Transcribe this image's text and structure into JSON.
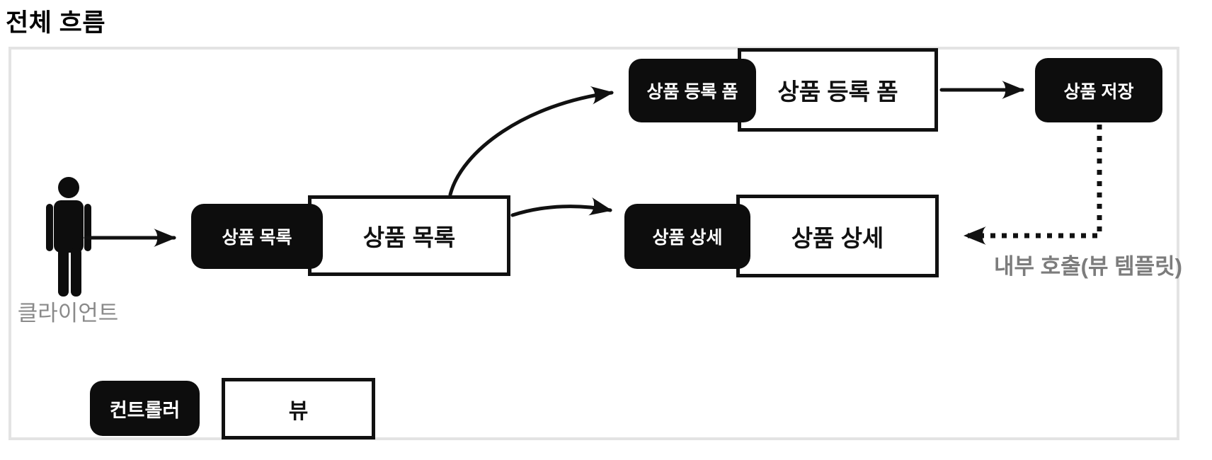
{
  "title": "전체 흐름",
  "actor": {
    "label": "클라이언트",
    "icon": "person-icon"
  },
  "nodes": {
    "list_controller": "상품 목록",
    "list_view": "상품 목록",
    "form_controller": "상품 등록 폼",
    "form_view": "상품 등록 폼",
    "detail_controller": "상품 상세",
    "detail_view": "상품 상세",
    "save_controller": "상품 저장"
  },
  "edges": {
    "client_to_list": "solid-arrow",
    "list_to_form": "solid-curved-arrow",
    "list_to_detail": "solid-curved-arrow",
    "form_to_save": "solid-arrow",
    "save_to_detail_view": "dotted-arrow",
    "internal_call_label": "내부 호출(뷰 템플릿)"
  },
  "legend": {
    "controller": "컨트롤러",
    "view": "뷰"
  },
  "colors": {
    "controller_bg": "#0d0d0d",
    "controller_text": "#ffffff",
    "view_bg": "#ffffff",
    "view_border": "#111111",
    "view_text": "#111111",
    "frame_border": "#e3e3e3",
    "muted_text": "#8a8a8a",
    "internal_label_text": "#7c7c7c",
    "arrow": "#111111",
    "page_bg": "#ffffff"
  }
}
